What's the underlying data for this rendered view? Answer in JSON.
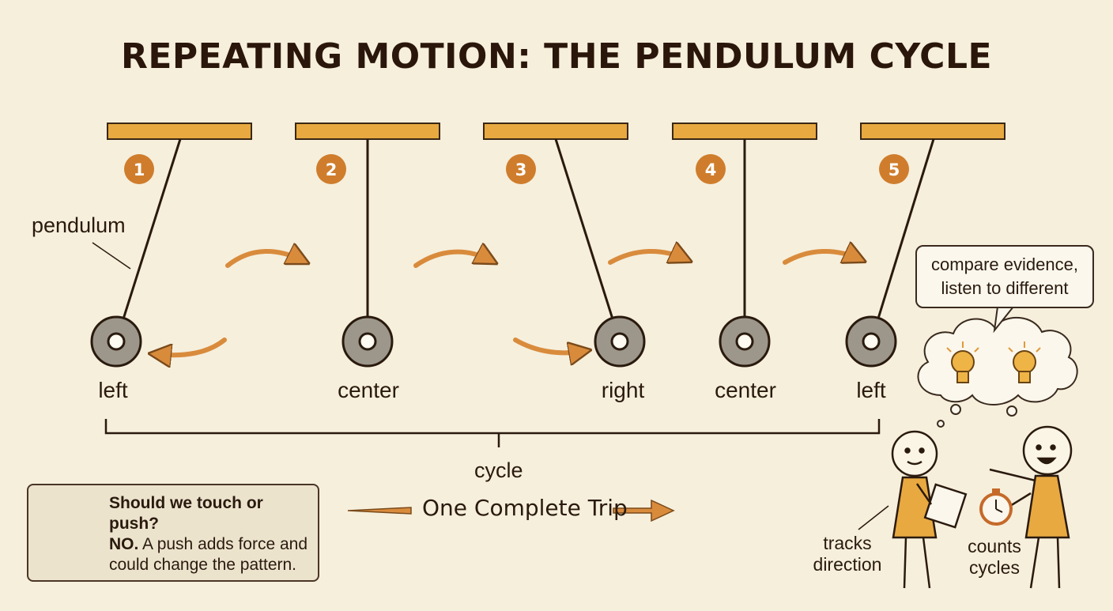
{
  "title": "REPEATING MOTION: THE PENDULUM CYCLE",
  "pendulum_label": "pendulum",
  "steps": [
    {
      "number": "1",
      "position": "left"
    },
    {
      "number": "2",
      "position": "center"
    },
    {
      "number": "3",
      "position": "right"
    },
    {
      "number": "4",
      "position": "center"
    },
    {
      "number": "5",
      "position": "left"
    }
  ],
  "cycle_label": "cycle",
  "trip_label": "One Complete Trip",
  "note": {
    "question": "Should we touch or push?",
    "answer_strong": "NO.",
    "answer_rest": " A push adds force and could change the pattern."
  },
  "speech_bubble": {
    "line1": "compare evidence,",
    "line2": "listen to different"
  },
  "student_left_label": {
    "line1": "tracks",
    "line2": "direction"
  },
  "student_right_label": {
    "line1": "counts",
    "line2": "cycles"
  },
  "colors": {
    "background": "#f6efdc",
    "accent": "#e09a3a",
    "badge": "#cf7d2c",
    "bob": "#9d978b",
    "arrow": "#d98b3c",
    "stroke": "#2a1a0e"
  }
}
